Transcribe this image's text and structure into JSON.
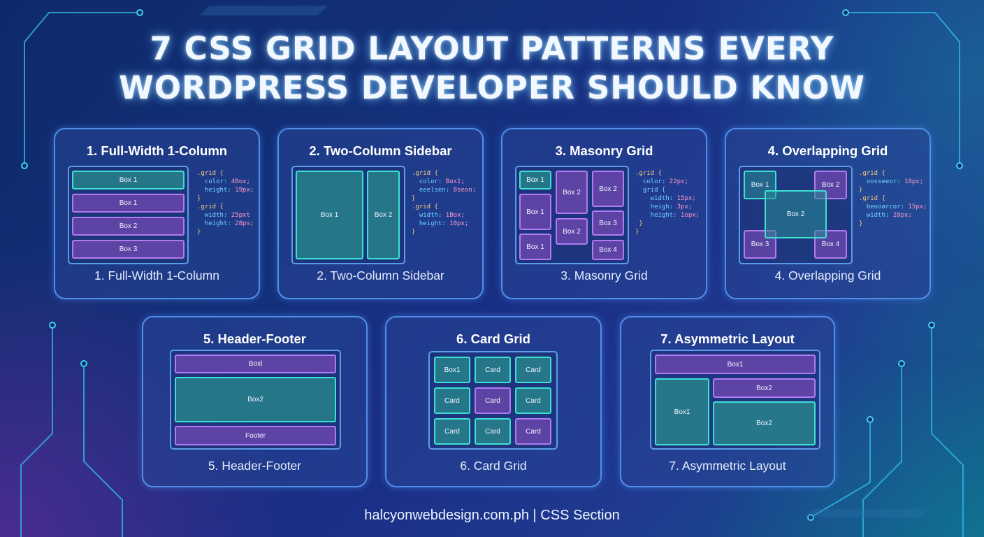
{
  "title": {
    "line1": "7 CSS GRID LAYOUT PATTERNS EVERY",
    "line2": "WORDPRESS DEVELOPER SHOULD KNOW"
  },
  "colors": {
    "teal_border": "#3ee0d2",
    "purple_border": "#b07bf0",
    "card_border": "#4f8fe8"
  },
  "cards": [
    {
      "title": "1. Full-Width 1-Column",
      "caption": "1. Full-Width 1-Column",
      "boxes": [
        "Box 1",
        "Box 1",
        "Box 2",
        "Box 3"
      ],
      "code": [
        {
          "sel": ".grid {"
        },
        {
          "prop": "color:",
          "val": "4Box;"
        },
        {
          "prop": "height:",
          "val": "19px;"
        },
        {
          "sel": "}"
        },
        {
          "sel": ".grid {"
        },
        {
          "prop": "width:",
          "val": "25pxt"
        },
        {
          "prop": "height:",
          "val": "28ps;"
        },
        {
          "sel": "}"
        }
      ]
    },
    {
      "title": "2. Two-Column Sidebar",
      "caption": "2. Two-Column Sidebar",
      "boxes": [
        "Box 1",
        "Box 2"
      ],
      "code": [
        {
          "sel": ".grid {"
        },
        {
          "prop": "color:",
          "val": "Box1;"
        },
        {
          "prop": "eeelsen:",
          "val": "8seon;"
        },
        {
          "sel": "}"
        },
        {
          "sel": ".grid {"
        },
        {
          "prop": "width:",
          "val": "1Box;"
        },
        {
          "prop": "height:",
          "val": "10px;"
        },
        {
          "sel": "}"
        }
      ]
    },
    {
      "title": "3. Masonry Grid",
      "caption": "3. Masonry Grid",
      "boxes": [
        "Box 1",
        "Box 2",
        "Box 2",
        "Box 1",
        "Box 3",
        "Box 2",
        "Box 1",
        "Box 4"
      ],
      "code": [
        {
          "sel": ".grid {"
        },
        {
          "prop": "color:",
          "val": "22px;"
        },
        {
          "prop": "grid {",
          "val": ""
        },
        {
          "prop": "  width:",
          "val": "15px;"
        },
        {
          "prop": "  heigh:",
          "val": "3px;"
        },
        {
          "prop": "  height:",
          "val": "1opx;"
        },
        {
          "sel": " }"
        },
        {
          "sel": "}"
        }
      ]
    },
    {
      "title": "4. Overlapping Grid",
      "caption": "4. Overlapping Grid",
      "boxes": [
        "Box 1",
        "Box 2",
        "Box 2",
        "Box 3",
        "Box 4"
      ],
      "code": [
        {
          "sel": ".grid {"
        },
        {
          "prop": "oosseeor:",
          "val": "18px;"
        },
        {
          "sel": "}"
        },
        {
          "sel": ".grid {"
        },
        {
          "prop": "beooarcor:",
          "val": "15px;"
        },
        {
          "prop": "width:",
          "val": "28px;"
        },
        {
          "sel": "}"
        }
      ]
    },
    {
      "title": "5. Header-Footer",
      "caption": "5. Header-Footer",
      "boxes": [
        "Boxl",
        "Box2",
        "Footer"
      ]
    },
    {
      "title": "6. Card Grid",
      "caption": "6. Card Grid",
      "boxes": [
        "Box1",
        "Card",
        "Card",
        "Card",
        "Card",
        "Card",
        "Card",
        "Card",
        "Card"
      ]
    },
    {
      "title": "7. Asymmetric Layout",
      "caption": "7. Asymmetric Layout",
      "boxes": [
        "Box1",
        "Box2",
        "Box1",
        "Box2"
      ]
    }
  ],
  "footer": "halcyonwebdesign.com.ph | CSS Section"
}
